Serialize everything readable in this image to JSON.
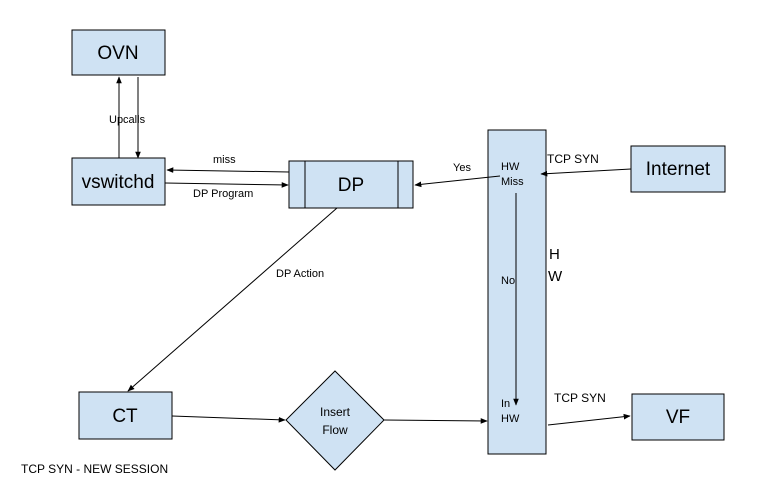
{
  "diagram": {
    "nodes": {
      "ovn": "OVN",
      "vswitchd": "vswitchd",
      "dp": "DP",
      "internet": "Internet",
      "ct": "CT",
      "insert_flow_line1": "Insert",
      "insert_flow_line2": "Flow",
      "vf": "VF",
      "hw_miss_line1": "HW",
      "hw_miss_line2": "Miss",
      "in_hw_line1": "In",
      "in_hw_line2": "HW",
      "hw_side_label_line1": "H",
      "hw_side_label_line2": "W"
    },
    "edge_labels": {
      "upcalls": "Upcalls",
      "miss": "miss",
      "dp_program": "DP Program",
      "yes": "Yes",
      "tcp_syn_in": "TCP SYN",
      "no": "No",
      "dp_action": "DP Action",
      "tcp_syn_out": "TCP SYN"
    },
    "caption": "TCP SYN - NEW SESSION",
    "colors": {
      "node_fill": "#cfe2f3",
      "stroke": "#000000"
    }
  }
}
